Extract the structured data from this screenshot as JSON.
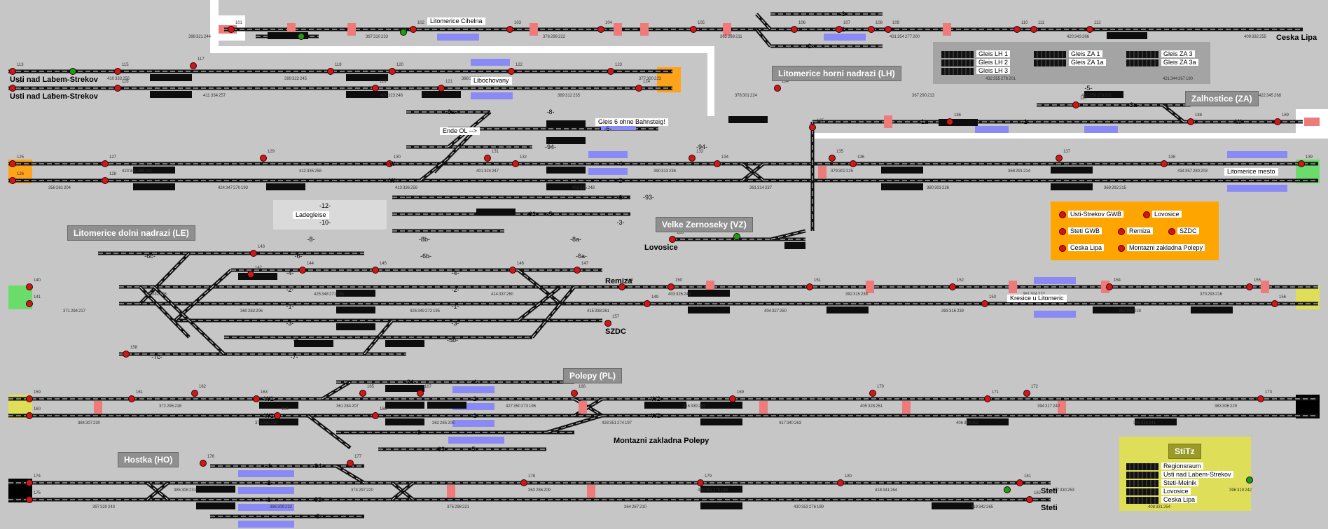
{
  "colors": {
    "background": "#c6c6c6",
    "track": "#111111",
    "panel_gray": "#a4a4a4",
    "panel_orange": "#ffa500",
    "panel_yellow": "#dede58",
    "edge_green": "#6bdc6b",
    "edge_orange": "#ffa31a",
    "edge_yellow": "#dede58",
    "platform_blue": "#8a8af6",
    "occupied_red": "#ee7a7a",
    "signal_red": "#d01818",
    "signal_green": "#15a015"
  },
  "stations": {
    "lh": "Litomerice horni nadrazi (LH)",
    "za": "Zalhostice (ZA)",
    "le": "Litomerice dolni nadrazi (LE)",
    "vz": "Velke Zernoseky (VZ)",
    "pl": "Polepy (PL)",
    "ho": "Hostka (HO)",
    "stitz": "StiTz"
  },
  "places": {
    "usti_1": "Usti nad Labem-Strekov",
    "usti_2": "Usti nad Labem-Strekov",
    "ceska_lipa": "Ceska Lipa",
    "lovosice": "Lovosice",
    "remiza": "Remiza",
    "szdc": "SZDC",
    "montaz": "Montazni zakladna Polepy",
    "steti_1": "Steti",
    "steti_2": "Steti"
  },
  "tags": {
    "cihelna": "Litomerice Cihelna",
    "libochovany": "Libochovany",
    "gleis6": "Gleis 6 ohne Bahnsteig!",
    "ende_ol": "Ende OL -->",
    "ladegleise": "Ladegleise",
    "mesto": "Litomerice mesto",
    "kresice": "Kresice u Litomeric"
  },
  "gleis_panel": {
    "items": [
      "Gleis LH 1",
      "Gleis LH 2",
      "Gleis LH 3",
      "Gleis ZA 1",
      "Gleis ZA 1a",
      "Gleis ZA 3",
      "Gleis ZA 3a"
    ]
  },
  "gwb_panel": {
    "items": [
      "Usti-Strekov GWB",
      "Lovosice",
      "Steti GWB",
      "Remiza",
      "SZDC",
      "Ceska Lipa",
      "Montazni zakladna Polepy"
    ]
  },
  "stitz_panel": {
    "items": [
      "Regionsraum",
      "Usti nad Labem-Strekov",
      "Steti-Melnik",
      "Lovosice",
      "Ceska Lipa"
    ]
  },
  "track_labels": [
    "-3-",
    "-1-",
    "-2-",
    "-5-",
    "-3a-",
    "-1-",
    "-1a-",
    "-W-",
    "-8a-",
    "-8-",
    "-6-",
    "-94-",
    "-94-",
    "-4-",
    "-2-",
    "-1-",
    "-3-",
    "-93-",
    "-93-",
    "-5-",
    "-W-",
    "-W-",
    "-12-",
    "-10-",
    "-8-",
    "-8b-",
    "-8a-",
    "-6c-",
    "-6-",
    "-6b-",
    "-6a-",
    "-4-",
    "-4-",
    "-2-",
    "-2-",
    "-1-",
    "-1-",
    "-3-",
    "-3-",
    "-5-",
    "-5b-",
    "-7c-",
    "-7-",
    "-W1-",
    "-W1-",
    "-94-",
    "-4-",
    "-2-",
    "-1-",
    "-3-",
    "-93-",
    "-5-",
    "-W2-",
    "-W2-",
    "-4-",
    "-94-",
    "-2-",
    "-1-",
    "-3-",
    "-93-"
  ],
  "signal_numbers": [
    "101",
    "102",
    "103",
    "104",
    "105",
    "106",
    "107",
    "108",
    "109",
    "110",
    "111",
    "112",
    "113",
    "114",
    "115",
    "116",
    "117",
    "118",
    "119",
    "120",
    "121",
    "122",
    "123",
    "124",
    "125",
    "126",
    "127",
    "128",
    "129",
    "130",
    "131",
    "132",
    "133",
    "134",
    "135",
    "136",
    "137",
    "138",
    "139",
    "140",
    "141",
    "142",
    "143",
    "144",
    "145",
    "146",
    "147",
    "148",
    "149",
    "150",
    "151",
    "152",
    "153",
    "154",
    "155",
    "156",
    "157",
    "158",
    "159",
    "160",
    "161",
    "162",
    "163",
    "164",
    "165",
    "166",
    "167",
    "168",
    "169",
    "170",
    "171",
    "172",
    "173",
    "174",
    "175",
    "176",
    "177",
    "178",
    "179",
    "180",
    "181",
    "182",
    "183",
    "184",
    "185",
    "186",
    "187",
    "188",
    "189",
    "190",
    "191",
    "192",
    "193",
    "194",
    "195",
    "196",
    "197",
    "198",
    "199",
    "200",
    "201",
    "202",
    "203",
    "204",
    "205",
    "206",
    "207",
    "208",
    "209",
    "210",
    "211",
    "212",
    "213",
    "214",
    "215",
    "216",
    "217",
    "218",
    "219",
    "220",
    "221",
    "222",
    "223",
    "224",
    "225",
    "226",
    "227",
    "228",
    "229",
    "230",
    "231",
    "232",
    "233",
    "234",
    "235",
    "236",
    "237",
    "238",
    "239",
    "240",
    "241",
    "242",
    "243",
    "244",
    "245",
    "246",
    "247",
    "248",
    "249",
    "250",
    "251",
    "252",
    "253",
    "254",
    "255",
    "256",
    "257",
    "258",
    "259",
    "260",
    "261",
    "262",
    "263",
    "264",
    "265",
    "266",
    "267",
    "268",
    "269",
    "270",
    "271",
    "272",
    "273",
    "274",
    "275",
    "276",
    "277",
    "278",
    "279",
    "280",
    "281",
    "282",
    "283",
    "284",
    "285",
    "286",
    "287",
    "288",
    "289",
    "290",
    "291",
    "292",
    "293",
    "294",
    "295",
    "296",
    "297",
    "298",
    "299",
    "300",
    "301",
    "302",
    "303",
    "304",
    "305",
    "306",
    "307",
    "308",
    "309",
    "310",
    "311",
    "312",
    "313",
    "314",
    "315",
    "316",
    "317",
    "318",
    "319",
    "320",
    "321",
    "322",
    "323",
    "324",
    "325",
    "326",
    "327",
    "328",
    "329",
    "330",
    "331",
    "332",
    "333",
    "334",
    "335",
    "336",
    "337",
    "338",
    "339",
    "340",
    "341",
    "342",
    "343",
    "344",
    "345",
    "346",
    "347",
    "348",
    "349",
    "350",
    "351",
    "352",
    "353",
    "354",
    "355",
    "356",
    "357",
    "358",
    "359",
    "360",
    "361",
    "362",
    "363",
    "364",
    "365",
    "366",
    "367",
    "368",
    "369",
    "370",
    "371",
    "372",
    "373",
    "374",
    "375",
    "376",
    "377",
    "378",
    "379",
    "380",
    "381",
    "382",
    "383",
    "384",
    "385",
    "386",
    "387",
    "388",
    "389",
    "390",
    "391",
    "392",
    "393",
    "394",
    "395",
    "396",
    "397",
    "398",
    "399",
    "400",
    "401",
    "402",
    "403",
    "404",
    "405",
    "406",
    "407",
    "408",
    "409",
    "410",
    "411",
    "412",
    "413",
    "414",
    "415",
    "416",
    "417",
    "418",
    "419",
    "420",
    "421",
    "422",
    "423",
    "424",
    "425",
    "426",
    "427",
    "428",
    "429",
    "430",
    "431",
    "432",
    "433",
    "434"
  ]
}
